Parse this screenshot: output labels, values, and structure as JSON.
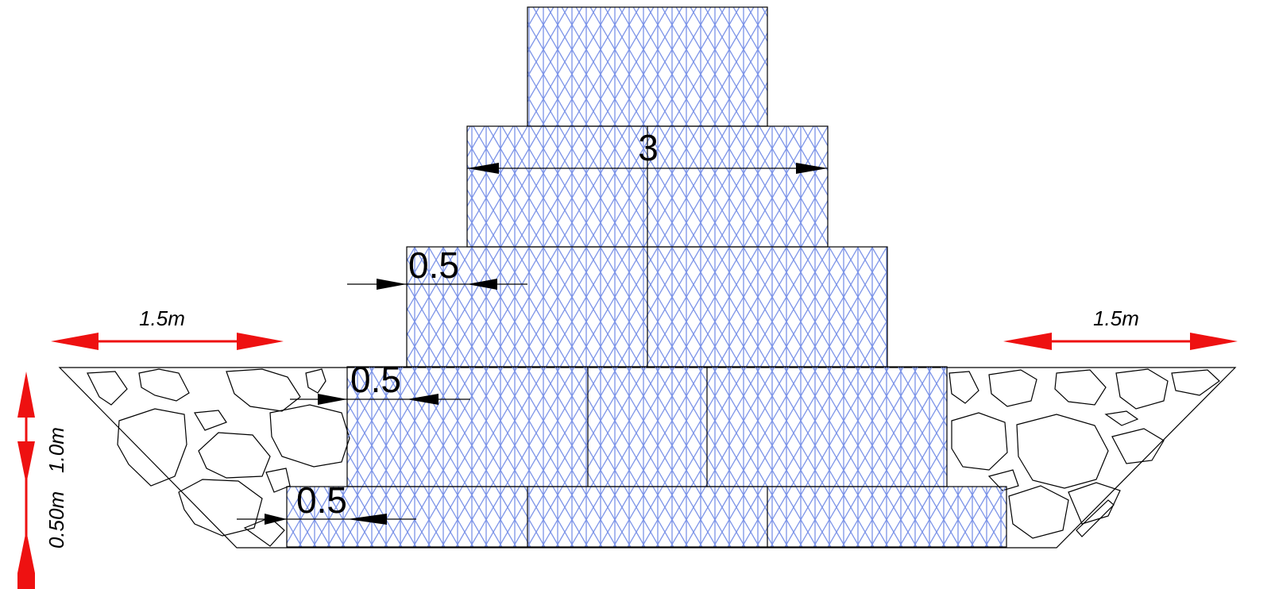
{
  "dimensions": {
    "top_width": "3",
    "step_upper": "0.5",
    "step_middle": "0.5",
    "step_lower": "0.5"
  },
  "labels": {
    "left_berm": "1.5m",
    "right_berm": "1.5m",
    "height_upper": "1.0m",
    "height_lower": "0.50m"
  },
  "colors": {
    "mesh": "#7b93e8",
    "outline": "#000000",
    "arrow_red": "#ee1111",
    "arrow_black": "#000000"
  }
}
